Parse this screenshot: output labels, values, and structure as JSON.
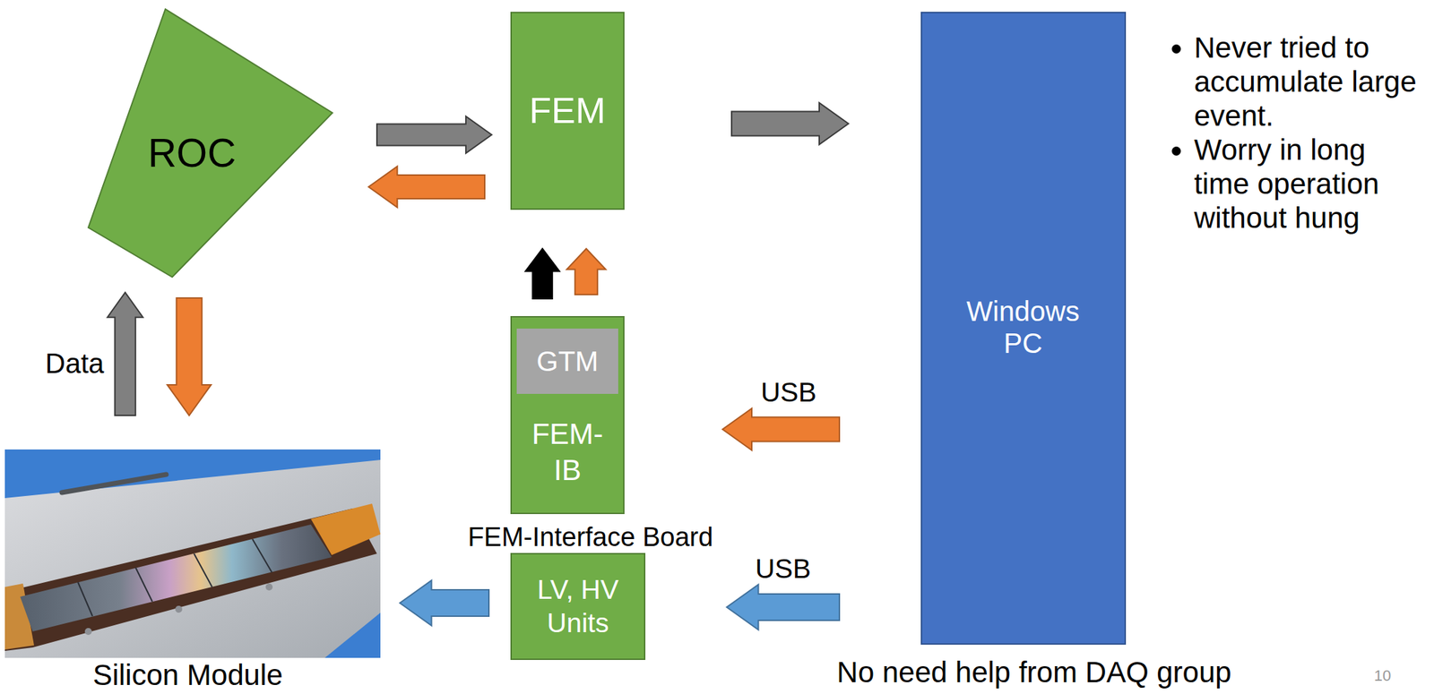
{
  "diagram": {
    "nodes": [
      {
        "text": [
          "ROC"
        ]
      },
      {
        "text": [
          "FEM"
        ]
      },
      {
        "text": [
          "Windows PC"
        ]
      },
      {
        "text": [
          "FEM- IB"
        ]
      },
      {
        "text": [
          "GTM"
        ],
        "in": 3
      },
      {
        "text": [
          "LV, HV Units"
        ]
      },
      {
        "text": [
          "Silicon Module"
        ]
      }
    ],
    "edges": [
      {
        "from": 0,
        "to": 1,
        "arrow": "to"
      },
      {
        "from": 1,
        "to": 0,
        "arrow": "to"
      },
      {
        "from": 1,
        "to": 2,
        "arrow": "to"
      },
      {
        "from": 3,
        "to": 1,
        "arrow": "to"
      },
      {
        "from": 3,
        "to": 1,
        "arrow": "to"
      },
      {
        "from": 2,
        "to": 3,
        "label": "USB",
        "arrow": "to"
      },
      {
        "from": 2,
        "to": 5,
        "label": "USB",
        "arrow": "to"
      },
      {
        "from": 5,
        "to": 6,
        "arrow": "to"
      },
      {
        "from": 6,
        "to": 0,
        "label": "Data",
        "arrow": "to"
      },
      {
        "from": 0,
        "to": 6,
        "arrow": "to"
      }
    ],
    "labels": [
      "Never tried to accumulate large event.",
      "Worry in long time operation without hung",
      "FEM-Interface Board",
      "No need help from DAQ group",
      "10"
    ]
  }
}
